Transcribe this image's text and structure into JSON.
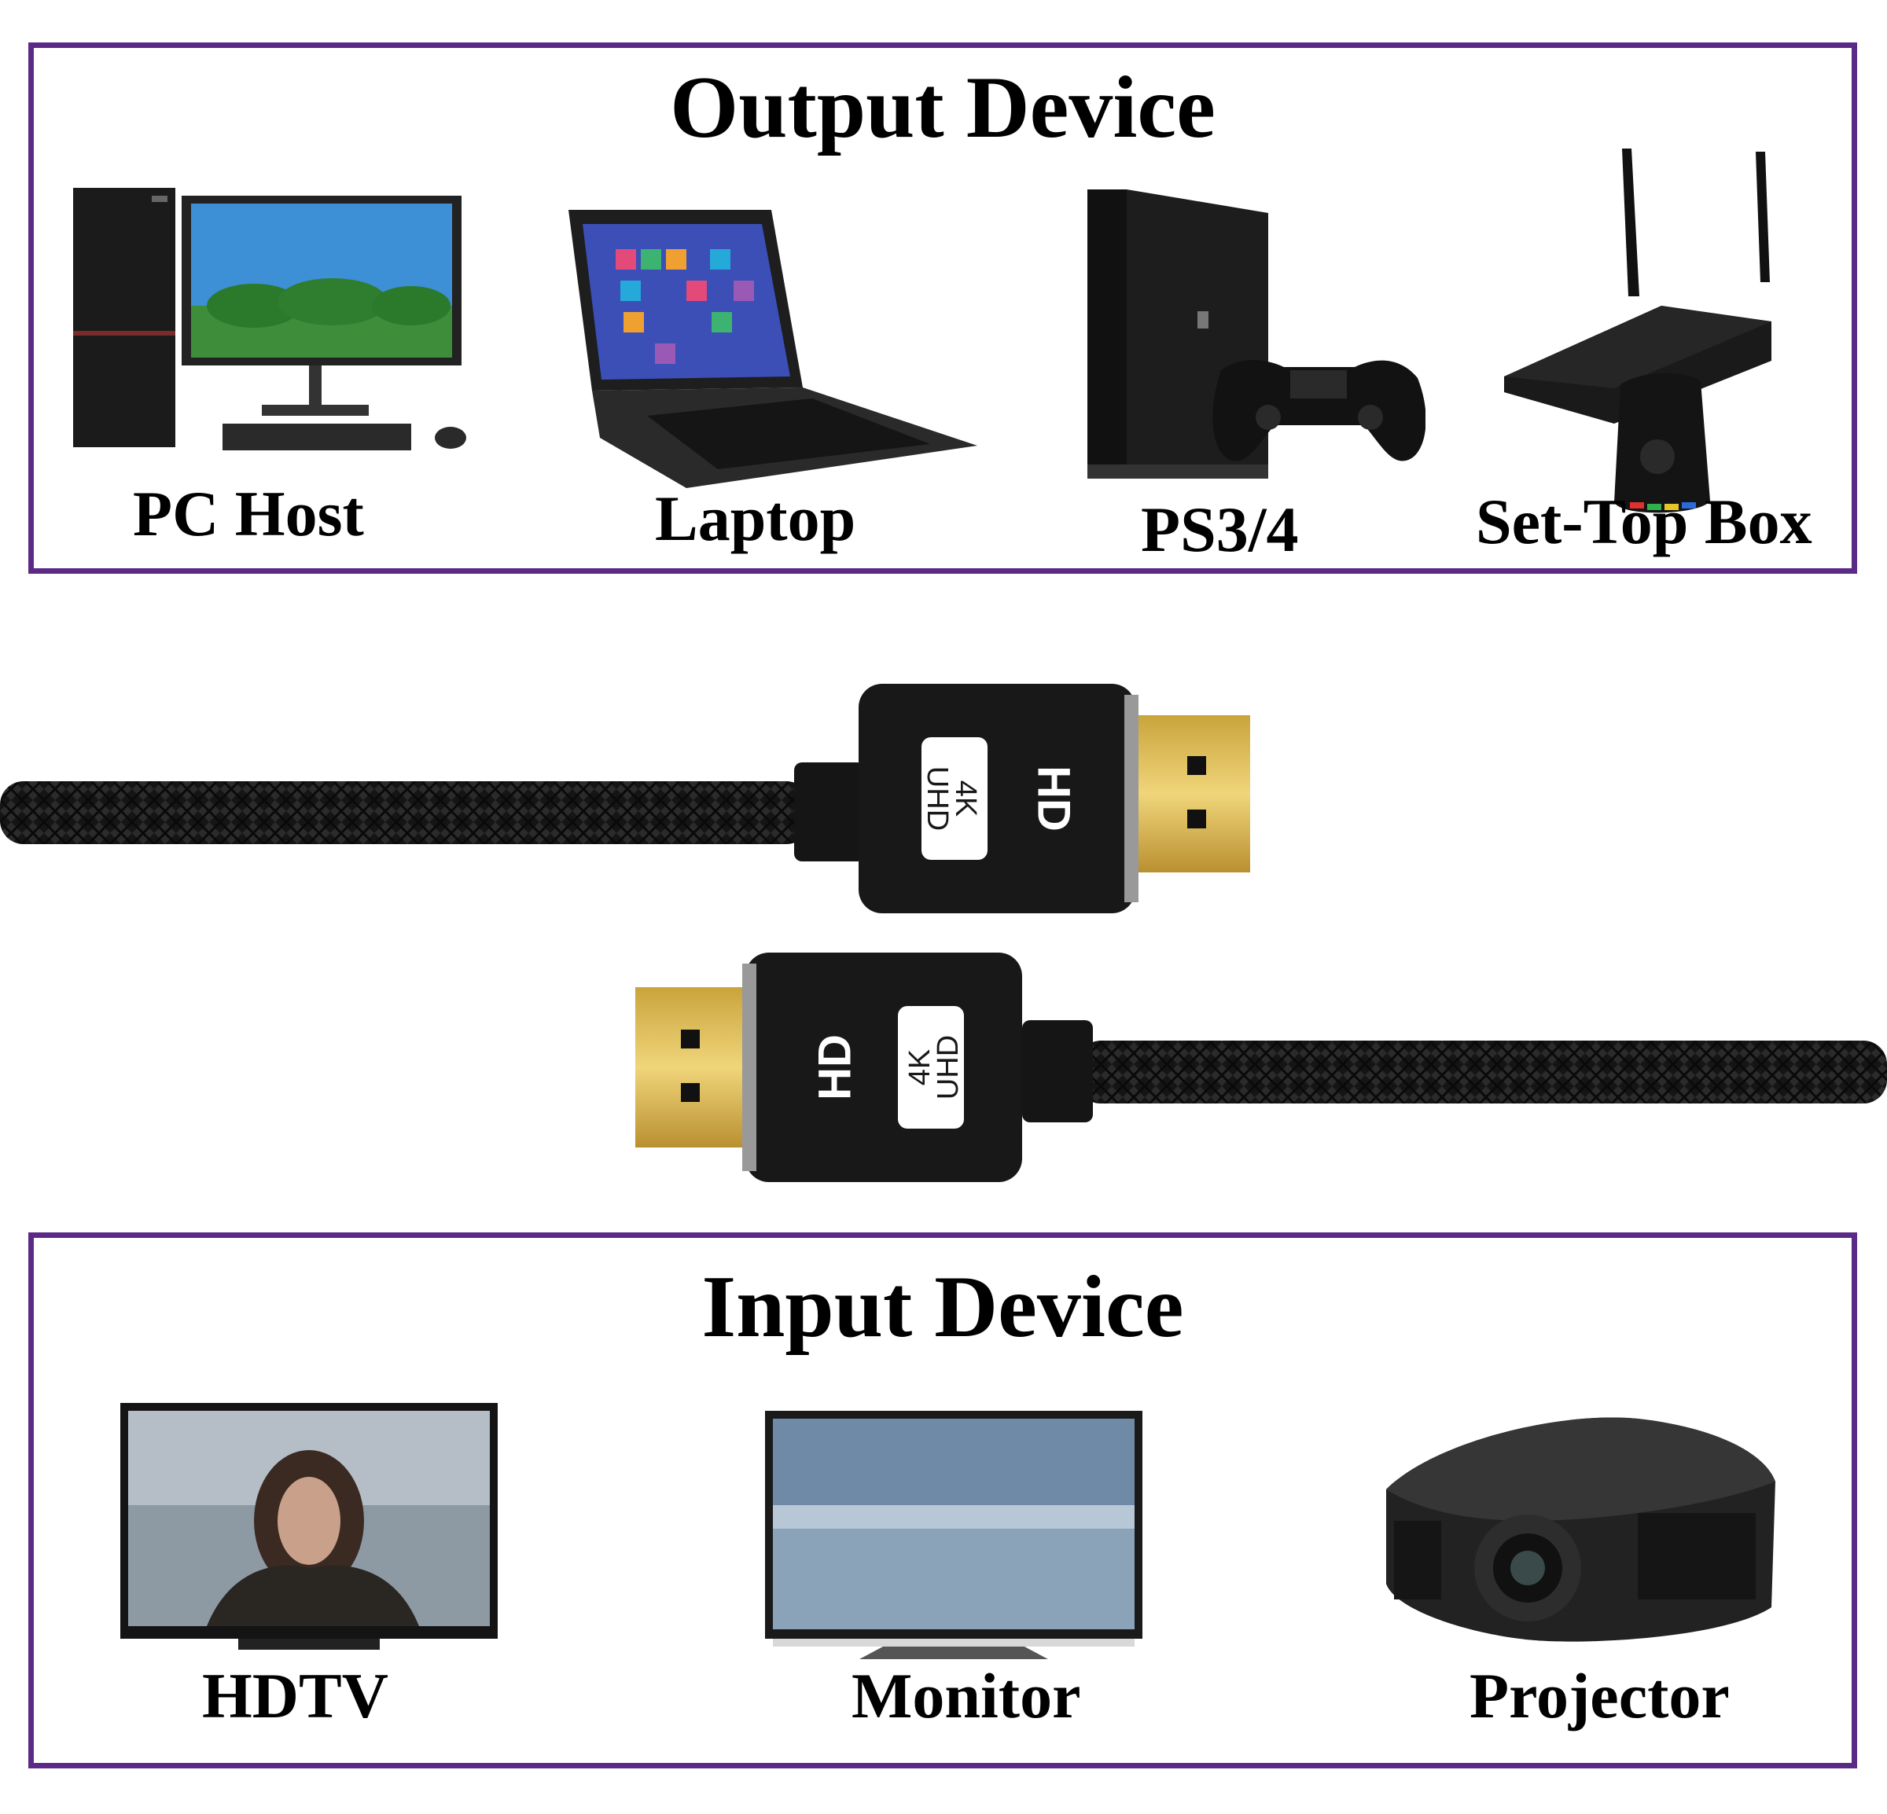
{
  "output_panel": {
    "title": "Output Device",
    "devices": [
      {
        "label": "PC Host"
      },
      {
        "label": "Laptop"
      },
      {
        "label": "PS3/4"
      },
      {
        "label": "Set-Top Box"
      }
    ]
  },
  "input_panel": {
    "title": "Input Device",
    "devices": [
      {
        "label": "HDTV"
      },
      {
        "label": "Monitor"
      },
      {
        "label": "Projector"
      }
    ]
  },
  "cable": {
    "connector_marks": [
      "HD",
      "4K",
      "UHD"
    ]
  },
  "colors": {
    "panel_border": "#5b2a86",
    "connector_gold": "#d4b44a",
    "cable_black": "#151515"
  }
}
